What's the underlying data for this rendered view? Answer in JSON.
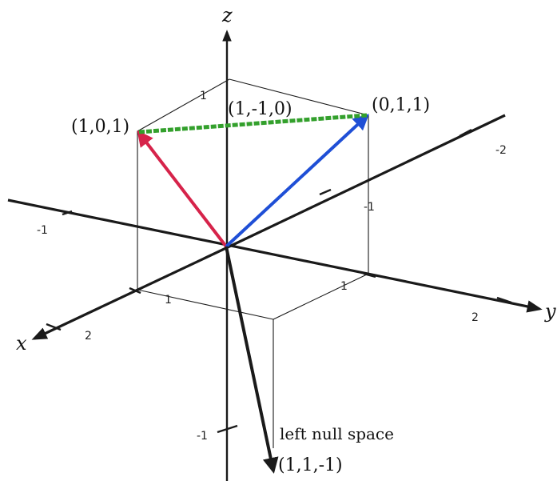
{
  "axes": {
    "x_label": "x",
    "y_label": "y",
    "z_label": "z"
  },
  "tick_labels": {
    "x_pos_1": "1",
    "x_pos_2": "2",
    "y_neg_1": "-1",
    "y_neg_2": "-2",
    "y_pos_1": "1",
    "y_pos_2": "2",
    "z_pos_1": "1",
    "z_neg_1": "-1",
    "x_neg_1": "-1"
  },
  "points": {
    "p101": "(1,0,1)",
    "p011": "(0,1,1)",
    "p1m10": "(1,-1,0)",
    "p11m1": "(1,1,-1)"
  },
  "annotation": {
    "left_null_space": "left null space"
  },
  "colors": {
    "red_vector": "#d6234a",
    "blue_vector": "#1f4fd6",
    "green_vector": "#33a02c",
    "null_vector": "#222222"
  },
  "icons": [
    "arrowhead-icon"
  ]
}
